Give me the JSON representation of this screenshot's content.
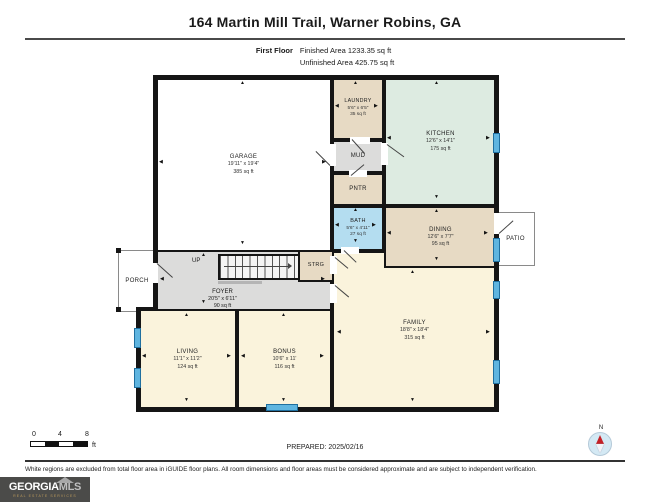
{
  "header": {
    "title": "164 Martin Mill Trail, Warner Robins, GA",
    "floor_label": "First Floor",
    "finished_area": "Finished Area 1233.35 sq ft",
    "unfinished_area": "Unfinished Area 425.75 sq ft"
  },
  "rooms": {
    "garage": {
      "name": "GARAGE",
      "dims": "19'11\" x 19'4\"",
      "area": "385 sq ft"
    },
    "laundry": {
      "name": "LAUNDRY",
      "dims": "5'6\" x 6'5\"",
      "area": "35 sq ft"
    },
    "kitchen": {
      "name": "KITCHEN",
      "dims": "12'6\" x 14'1\"",
      "area": "175 sq ft"
    },
    "mud": {
      "name": "MUD"
    },
    "pntr": {
      "name": "PNTR"
    },
    "bath": {
      "name": "BATH",
      "dims": "5'6\" x 4'11\"",
      "area": "27 sq ft"
    },
    "dining": {
      "name": "DINING",
      "dims": "12'6\" x 7'7\"",
      "area": "95 sq ft"
    },
    "strg": {
      "name": "STRG"
    },
    "foyer": {
      "name": "FOYER",
      "dims": "20'5\" x 6'11\"",
      "area": "90 sq ft"
    },
    "living": {
      "name": "LIVING",
      "dims": "11'1\" x 11'2\"",
      "area": "124 sq ft"
    },
    "bonus": {
      "name": "BONUS",
      "dims": "10'6\" x 11'",
      "area": "116 sq ft"
    },
    "family": {
      "name": "FAMILY",
      "dims": "18'8\" x 18'4\"",
      "area": "315 sq ft"
    },
    "porch": {
      "name": "PORCH"
    },
    "patio": {
      "name": "PATIO"
    },
    "up": {
      "name": "UP"
    }
  },
  "footer": {
    "scale": {
      "t0": "0",
      "t4": "4",
      "t8": "8",
      "unit": "ft"
    },
    "prepared": "PREPARED: 2025/02/16",
    "compass_label": "N",
    "disclaimer": "White regions are excluded from total floor area in iGUIDE floor plans. All room dimensions and floor areas must be considered approximate and are subject to independent verification.",
    "logo": {
      "georgia": "GEORGIA",
      "mls": "MLS",
      "tagline": "REAL ESTATE SERVICES"
    }
  },
  "glyphs": {
    "arrow_up": "▲",
    "arrow_down": "▼",
    "arrow_left": "◀",
    "arrow_right": "▶"
  },
  "colors": {
    "wall": "#151515",
    "room_tan": "#e7dac4",
    "room_mint": "#ddebe1",
    "room_blue": "#b4ddf0",
    "room_gray": "#dcdcdb",
    "room_cream": "#faf3dc",
    "window_blue": "#5fb5e0",
    "compass_red": "#c42127",
    "logo_bg": "#4b4b49",
    "logo_gold": "#bb9a5c"
  }
}
